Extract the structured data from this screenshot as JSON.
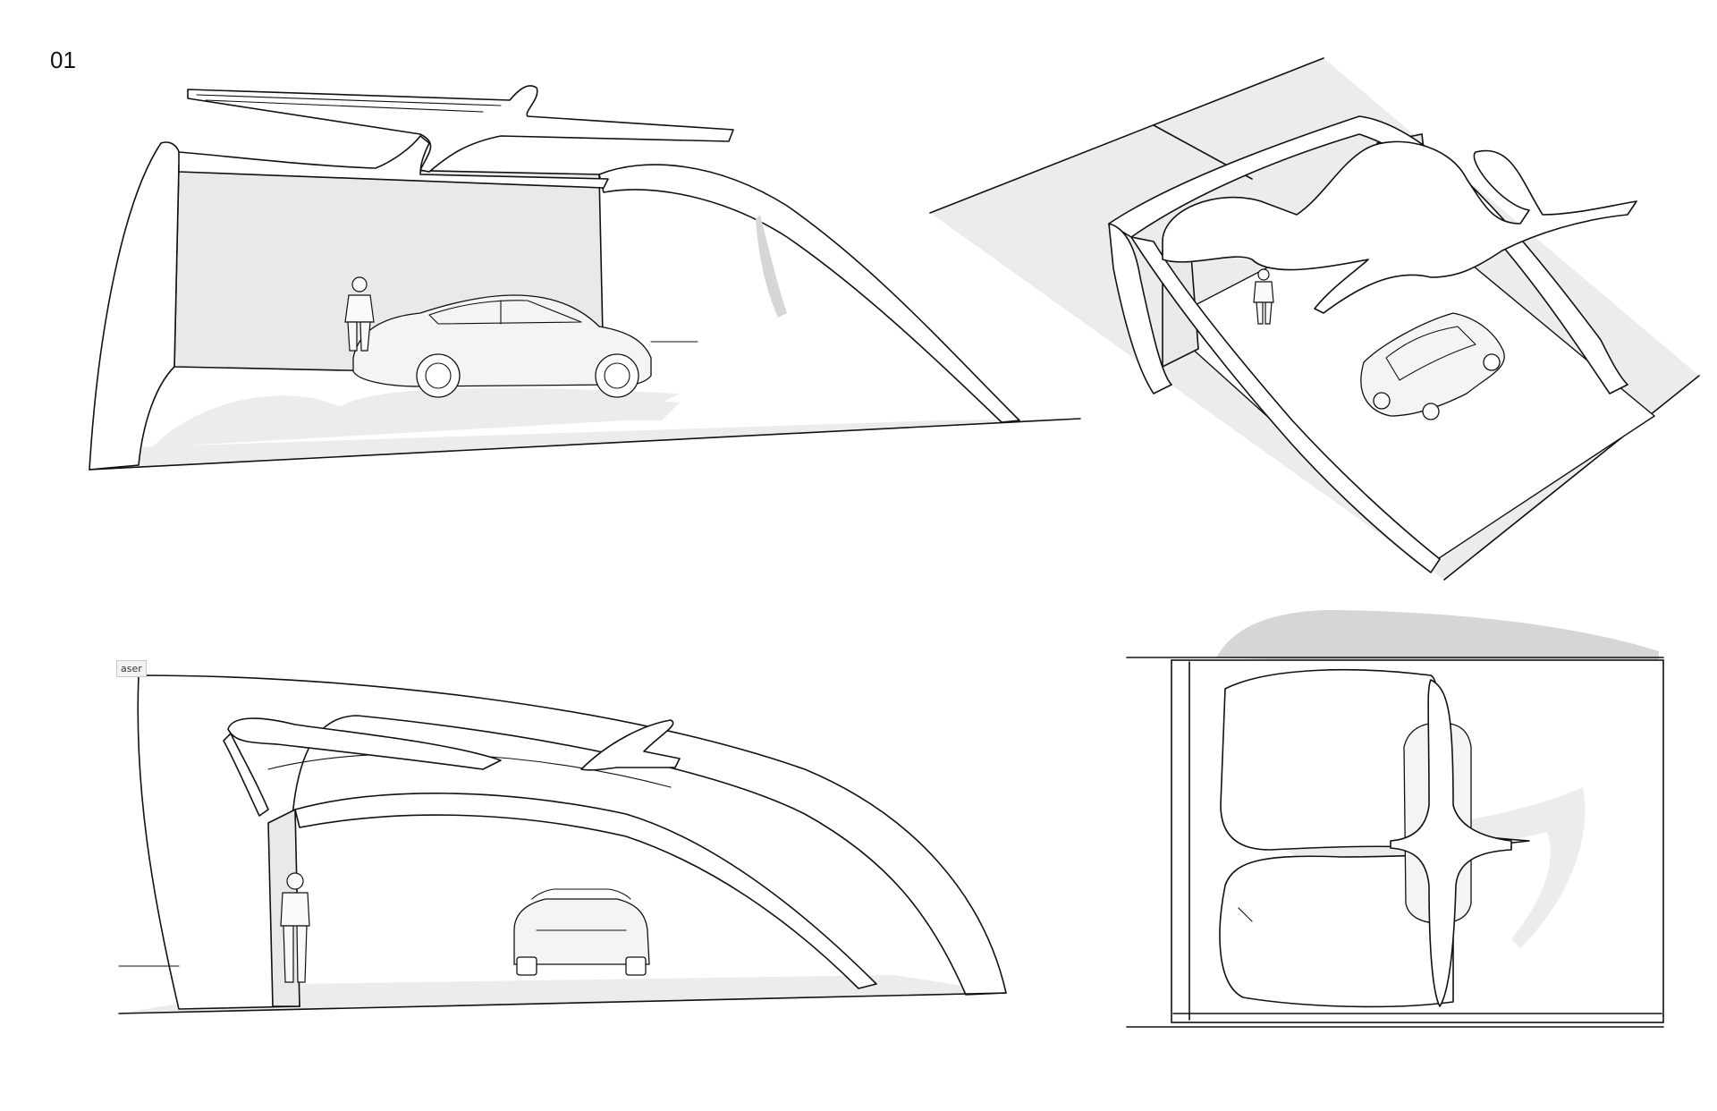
{
  "sheet": {
    "number": "01",
    "tooltip_label": "aser"
  },
  "views": [
    {
      "id": "perspective-front",
      "content": [
        "canopy",
        "arch",
        "back-wall",
        "sedan",
        "person"
      ]
    },
    {
      "id": "aerial-perspective",
      "content": [
        "canopy",
        "arch",
        "sedan",
        "person"
      ]
    },
    {
      "id": "side-perspective",
      "content": [
        "canopy",
        "arch",
        "sedan",
        "person"
      ]
    },
    {
      "id": "top-plan",
      "content": [
        "canopy",
        "sedan",
        "shadow"
      ]
    }
  ],
  "colors": {
    "line": "#111111",
    "wall_fill": "#e9e9e9",
    "shadow": "#ececec",
    "background": "#ffffff"
  }
}
